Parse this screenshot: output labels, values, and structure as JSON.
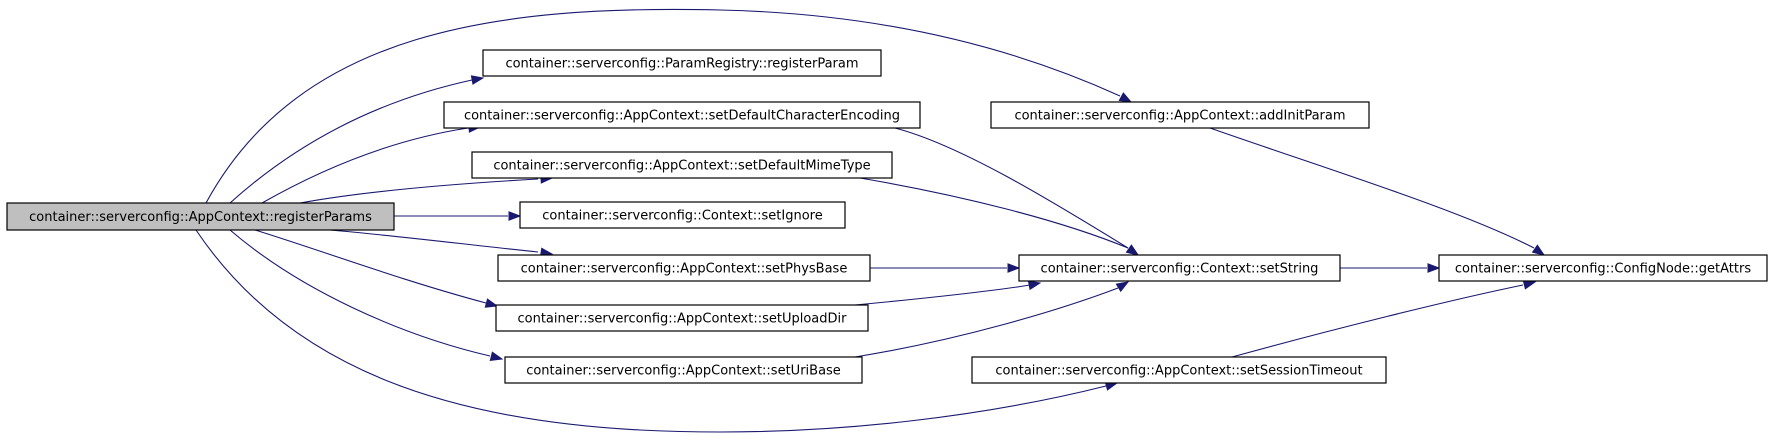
{
  "graph": {
    "nodes": {
      "registerParams": "container::serverconfig::AppContext::registerParams",
      "registerParam": "container::serverconfig::ParamRegistry::registerParam",
      "setDefaultCharacterEncoding": "container::serverconfig::AppContext::setDefaultCharacterEncoding",
      "setDefaultMimeType": "container::serverconfig::AppContext::setDefaultMimeType",
      "setIgnore": "container::serverconfig::Context::setIgnore",
      "setPhysBase": "container::serverconfig::AppContext::setPhysBase",
      "setUploadDir": "container::serverconfig::AppContext::setUploadDir",
      "setUriBase": "container::serverconfig::AppContext::setUriBase",
      "addInitParam": "container::serverconfig::AppContext::addInitParam",
      "setString": "container::serverconfig::Context::setString",
      "setSessionTimeout": "container::serverconfig::AppContext::setSessionTimeout",
      "getAttrs": "container::serverconfig::ConfigNode::getAttrs"
    },
    "edges": [
      [
        "registerParams",
        "registerParam"
      ],
      [
        "registerParams",
        "setDefaultCharacterEncoding"
      ],
      [
        "registerParams",
        "setDefaultMimeType"
      ],
      [
        "registerParams",
        "setIgnore"
      ],
      [
        "registerParams",
        "setPhysBase"
      ],
      [
        "registerParams",
        "setUploadDir"
      ],
      [
        "registerParams",
        "setUriBase"
      ],
      [
        "registerParams",
        "addInitParam"
      ],
      [
        "registerParams",
        "setSessionTimeout"
      ],
      [
        "setDefaultCharacterEncoding",
        "setString"
      ],
      [
        "setDefaultMimeType",
        "setString"
      ],
      [
        "setPhysBase",
        "setString"
      ],
      [
        "setUploadDir",
        "setString"
      ],
      [
        "setUriBase",
        "setString"
      ],
      [
        "setString",
        "getAttrs"
      ],
      [
        "addInitParam",
        "getAttrs"
      ],
      [
        "setSessionTimeout",
        "getAttrs"
      ]
    ]
  }
}
